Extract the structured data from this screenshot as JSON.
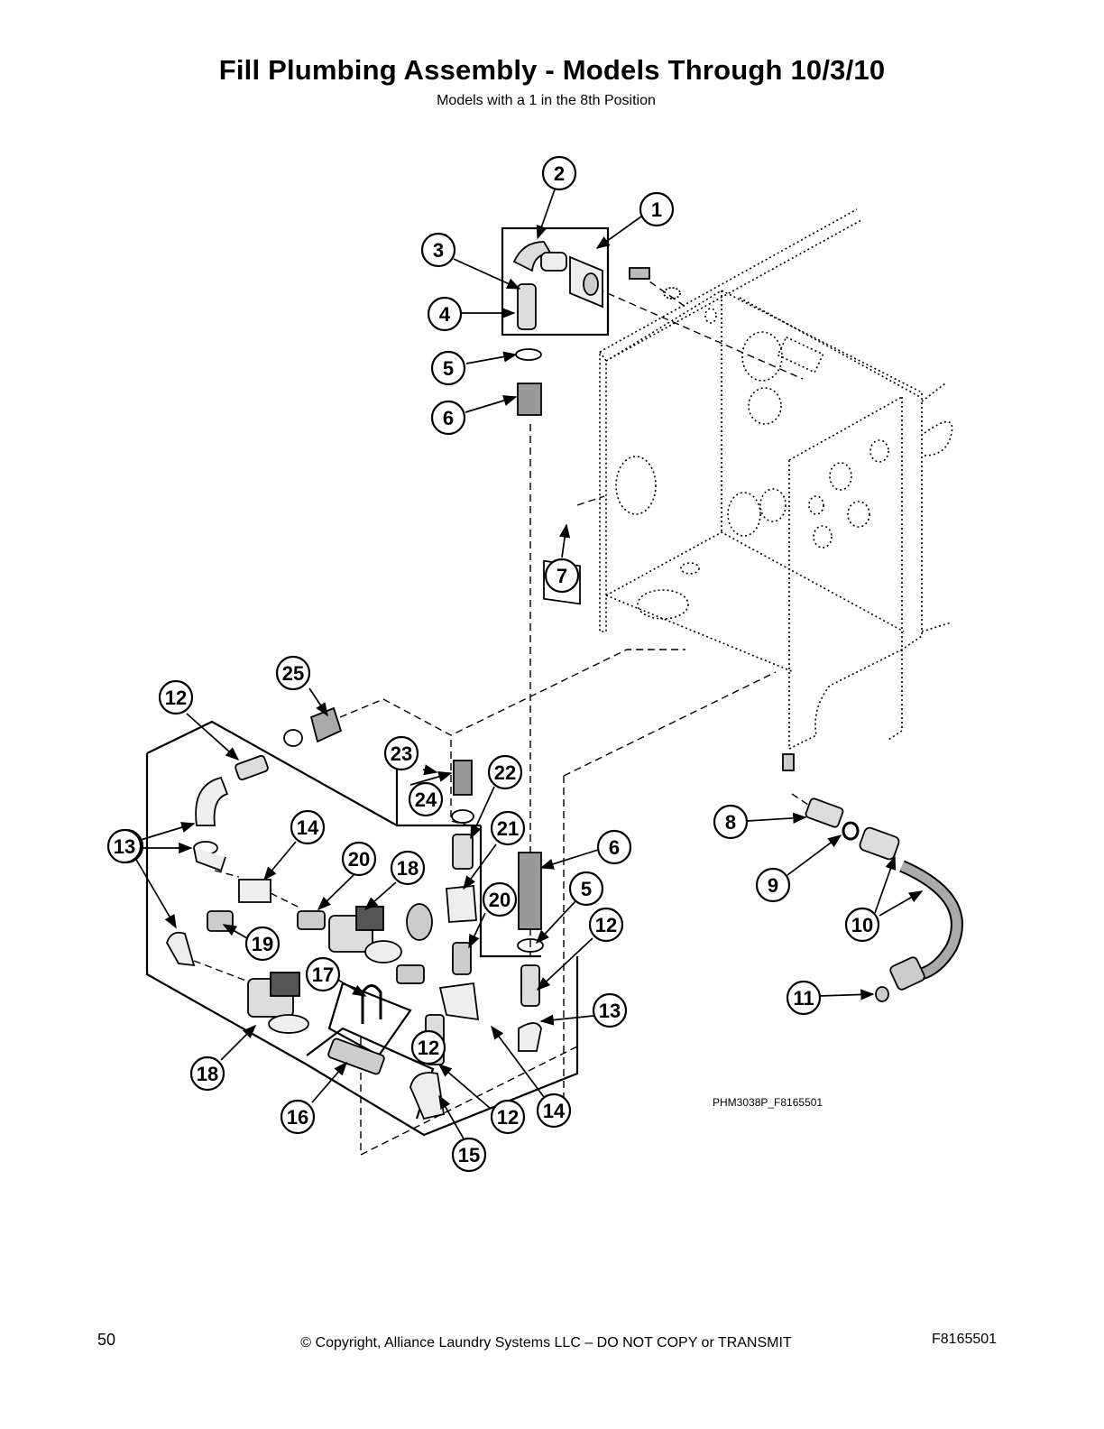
{
  "header": {
    "title": "Fill Plumbing Assembly - Models Through 10/3/10",
    "subtitle": "Models with a 1 in the 8th Position"
  },
  "diagram": {
    "drawing_ref": "PHM3038P_F8165501",
    "callouts": [
      "1",
      "2",
      "3",
      "4",
      "5",
      "6",
      "7",
      "8",
      "9",
      "10",
      "11",
      "12",
      "12",
      "12",
      "12",
      "13",
      "13",
      "14",
      "14",
      "15",
      "16",
      "17",
      "18",
      "18",
      "19",
      "20",
      "20",
      "21",
      "22",
      "23",
      "24",
      "25",
      "5",
      "6",
      "13"
    ]
  },
  "footer": {
    "page_number": "50",
    "copyright": "© Copyright, Alliance Laundry Systems LLC – DO NOT COPY or TRANSMIT",
    "doc_code": "F8165501"
  }
}
